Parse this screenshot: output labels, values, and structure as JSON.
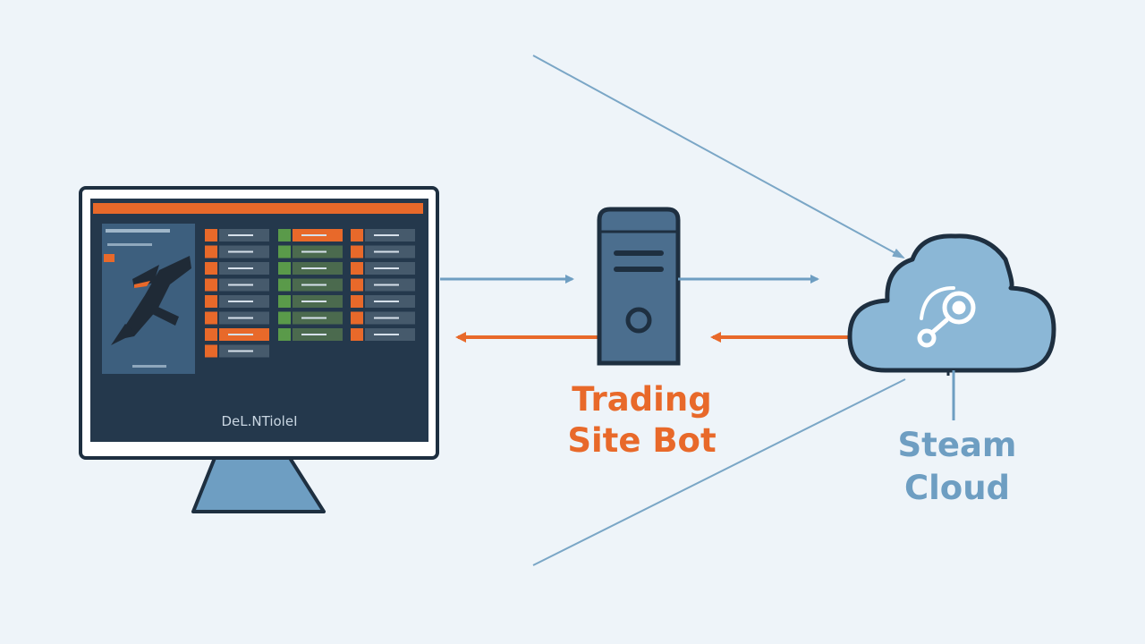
{
  "bot": {
    "line1": "Trading",
    "line2": "Site Bot"
  },
  "cloud": {
    "line1": "Steam",
    "line2": "Cloud",
    "icon": "steam-logo-icon"
  },
  "monitor": {
    "caption": "DeL.NTioleI",
    "item_card_icon": "game-item-illustration"
  },
  "colors": {
    "background": "#eef4f9",
    "outline": "#1e2f40",
    "screen": "#24384c",
    "accent_orange": "#e8692a",
    "accent_blue": "#6e9ec2",
    "green": "#5a9a4a"
  }
}
